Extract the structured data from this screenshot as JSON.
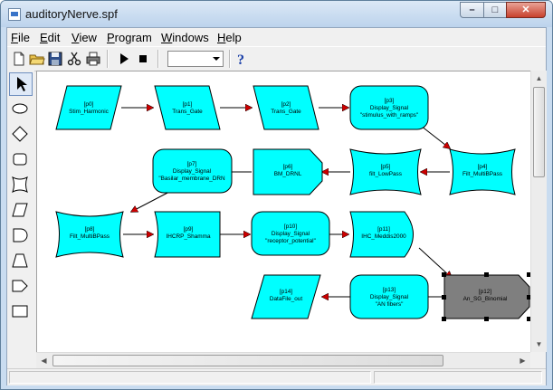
{
  "window": {
    "title": "auditoryNerve.spf"
  },
  "title_buttons": {
    "minimize": "–",
    "maximize": "□",
    "close": "✕"
  },
  "menu": [
    {
      "key": "F",
      "rest": "ile"
    },
    {
      "key": "E",
      "rest": "dit"
    },
    {
      "key": "V",
      "rest": "iew"
    },
    {
      "key": "P",
      "rest": "rogram"
    },
    {
      "key": "W",
      "rest": "indows"
    },
    {
      "key": "H",
      "rest": "elp"
    }
  ],
  "toolbar": {
    "icons": [
      "new-file-icon",
      "open-folder-icon",
      "save-icon",
      "cut-icon",
      "print-icon",
      "run-icon",
      "stop-icon",
      "help-icon"
    ],
    "combo_value": ""
  },
  "palette": [
    "pointer-tool-icon",
    "oval-tool-icon",
    "diamond-tool-icon",
    "rounded-rect-tool-icon",
    "bow-tie-tool-icon",
    "parallelogram-tool-icon",
    "delay-tool-icon",
    "trapezoid-tool-icon",
    "arrow-tool-icon",
    "rectangle-tool-icon"
  ],
  "diagram": {
    "nodes": [
      {
        "id": "p0",
        "label": "[p0]",
        "name": "Stim_Harmonic"
      },
      {
        "id": "p1",
        "label": "[p1]",
        "name": "Trans_Gate"
      },
      {
        "id": "p2",
        "label": "[p2]",
        "name": "Trans_Gate"
      },
      {
        "id": "p3",
        "label": "[p3]",
        "name": "Display_Signal",
        "extra": "\"stimulus_with_ramps\""
      },
      {
        "id": "p4",
        "label": "[p4]",
        "name": "Filt_MultiBPass"
      },
      {
        "id": "p5",
        "label": "[p5]",
        "name": "filt_LowPass"
      },
      {
        "id": "p6",
        "label": "[p6]",
        "name": "BM_DRNL"
      },
      {
        "id": "p7",
        "label": "[p7]",
        "name": "Display_Signal",
        "extra": "\"Basilar_membrane_DRN"
      },
      {
        "id": "p8",
        "label": "[p8]",
        "name": "Filt_MultiBPass"
      },
      {
        "id": "p9",
        "label": "[p9]",
        "name": "IHCRP_Shamma"
      },
      {
        "id": "p10",
        "label": "[p10]",
        "name": "Display_Signal",
        "extra": "\"receptor_potential\""
      },
      {
        "id": "p11",
        "label": "[p11]",
        "name": "IHC_Meddis2000"
      },
      {
        "id": "p12",
        "label": "[p12]",
        "name": "An_SG_Binomial"
      },
      {
        "id": "p13",
        "label": "[p13]",
        "name": "Display_Signal",
        "extra": "\"AN fibers\""
      },
      {
        "id": "p14",
        "label": "[p14]",
        "name": "DataFile_out"
      }
    ],
    "colors": {
      "node_fill": "#00ffff",
      "selected_fill": "#7f7f7f",
      "arrow": "#cc0000"
    }
  },
  "status": {
    "text": ""
  }
}
